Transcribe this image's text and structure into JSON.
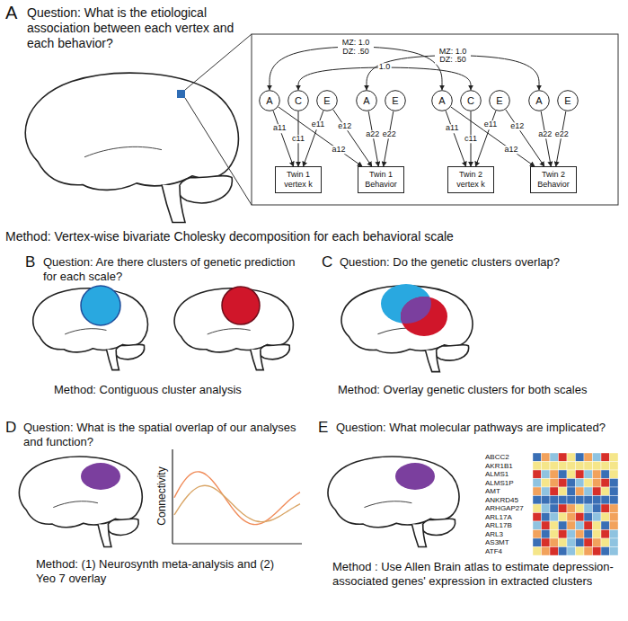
{
  "diagram": {
    "nodes": [
      {
        "text": [
          "A"
        ]
      },
      {
        "text": [
          "C"
        ]
      },
      {
        "text": [
          "E"
        ]
      },
      {
        "text": [
          "A"
        ]
      },
      {
        "text": [
          "E"
        ]
      },
      {
        "text": [
          "A"
        ]
      },
      {
        "text": [
          "C"
        ]
      },
      {
        "text": [
          "E"
        ]
      },
      {
        "text": [
          "A"
        ]
      },
      {
        "text": [
          "E"
        ]
      },
      {
        "text": [
          "Twin 1 vertex k"
        ]
      },
      {
        "text": [
          "Twin 1 Behavior"
        ]
      },
      {
        "text": [
          "Twin 2 vertex k"
        ]
      },
      {
        "text": [
          "Twin 2 Behavior"
        ]
      }
    ],
    "edges": [
      {
        "from": 0,
        "to": 10,
        "arrow": "to",
        "label": "a11"
      },
      {
        "from": 1,
        "to": 10,
        "arrow": "to",
        "label": "c11"
      },
      {
        "from": 2,
        "to": 10,
        "arrow": "to",
        "label": "e11"
      },
      {
        "from": 2,
        "to": 11,
        "arrow": "to",
        "label": "e12"
      },
      {
        "from": 0,
        "to": 11,
        "arrow": "to",
        "label": "a12"
      },
      {
        "from": 3,
        "to": 11,
        "arrow": "to",
        "label": "a22"
      },
      {
        "from": 4,
        "to": 11,
        "arrow": "to",
        "label": "e22"
      },
      {
        "from": 5,
        "to": 12,
        "arrow": "to",
        "label": "a11"
      },
      {
        "from": 6,
        "to": 12,
        "arrow": "to",
        "label": "c11"
      },
      {
        "from": 7,
        "to": 12,
        "arrow": "to",
        "label": "e11"
      },
      {
        "from": 7,
        "to": 13,
        "arrow": "to",
        "label": "e12"
      },
      {
        "from": 5,
        "to": 13,
        "arrow": "to",
        "label": "a12"
      },
      {
        "from": 8,
        "to": 13,
        "arrow": "to",
        "label": "a22"
      },
      {
        "from": 9,
        "to": 13,
        "arrow": "to",
        "label": "e22"
      },
      {
        "from": 0,
        "to": 5,
        "arrow": "both",
        "label": "MZ: 1.0 DZ: .50"
      },
      {
        "from": 1,
        "to": 6,
        "arrow": "both",
        "label": "1.0"
      },
      {
        "from": 3,
        "to": 8,
        "arrow": "both",
        "label": "MZ: 1.0 DZ: .50"
      }
    ],
    "labels": [
      "A",
      "Question: What is the etiological association between each vertex and each behavior?",
      "Method: Vertex-wise bivariate Cholesky decomposition for each behavioral scale",
      "B",
      "Question: Are there clusters of genetic prediction for each scale?",
      "Method: Contiguous cluster analysis",
      "C",
      "Question: Do the genetic clusters overlap?",
      "Method: Overlay genetic clusters for both scales",
      "D",
      "Question: What is the spatial overlap of our analyses and function?",
      "Connectivity",
      "Method: (1) Neurosynth meta-analysis and (2) Yeo 7 overlay",
      "E",
      "Question: What molecular pathways are implicated?",
      "ABCC2",
      "AKR1B1",
      "ALMS1",
      "ALMS1P",
      "AMT",
      "ANKRD45",
      "ARHGAP27",
      "ARL17A",
      "ARL17B",
      "ARL3",
      "AS3MT",
      "ATF4",
      "Method : Use Allen Brain atlas to estimate depression-associated genes' expression in extracted clusters"
    ]
  }
}
